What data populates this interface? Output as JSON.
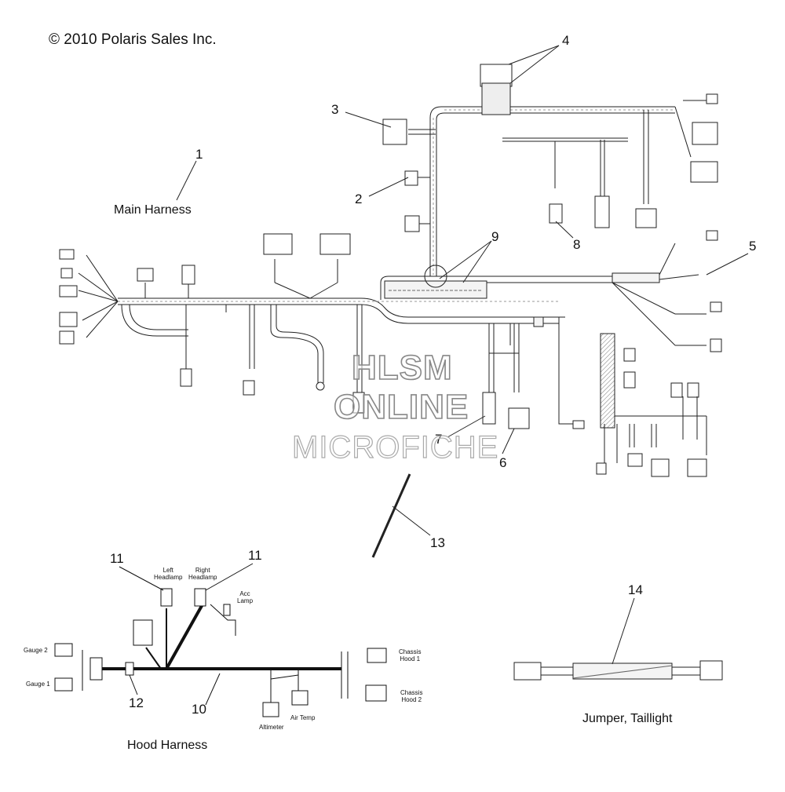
{
  "copyright": "© 2010 Polaris Sales Inc.",
  "labels": {
    "main_harness": "Main Harness",
    "hood_harness": "Hood Harness",
    "jumper_taillight": "Jumper, Taillight",
    "left_headlamp": "Left\nHeadlamp",
    "right_headlamp": "Right\nHeadlamp",
    "acc_lamp": "Acc\nLamp",
    "gauge_2": "Gauge 2",
    "gauge_1": "Gauge 1",
    "chassis_hood_1": "Chassis\nHood 1",
    "chassis_hood_2": "Chassis\nHood 2",
    "altimeter": "Altimeter",
    "air_temp": "Air Temp"
  },
  "callouts": [
    "1",
    "2",
    "3",
    "4",
    "5",
    "6",
    "7",
    "8",
    "9",
    "10",
    "11",
    "12",
    "13",
    "14"
  ],
  "watermark": {
    "line1": "HLSM",
    "line2": "ONLINE",
    "line3": "MICROFICHE"
  },
  "colors": {
    "line": "#222222",
    "wire_fill": "#f4f4f4",
    "dark_wire": "#111111"
  }
}
